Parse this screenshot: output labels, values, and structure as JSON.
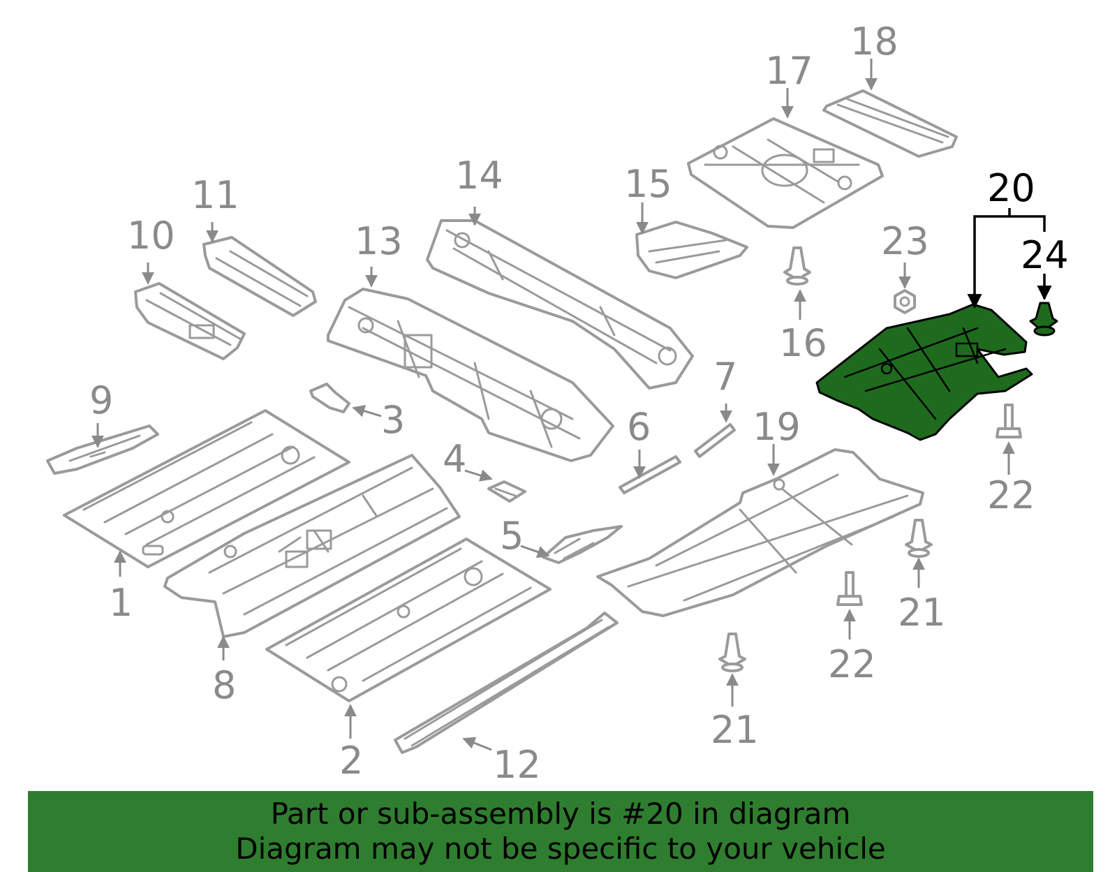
{
  "highlighted_part": "20",
  "colors": {
    "highlight_fill": "#1e6b1e",
    "banner_bg": "#2f7d2f",
    "callout_gray": "#8a8a8a",
    "callout_highlight": "#000000"
  },
  "callouts": [
    "1",
    "2",
    "3",
    "4",
    "5",
    "6",
    "7",
    "8",
    "9",
    "10",
    "11",
    "12",
    "13",
    "14",
    "15",
    "16",
    "17",
    "18",
    "19",
    "20",
    "21",
    "21",
    "22",
    "22",
    "23",
    "24"
  ],
  "banner": {
    "line1": "Part or sub-assembly is #20 in diagram",
    "line2": "Diagram may not be specific to your vehicle"
  }
}
